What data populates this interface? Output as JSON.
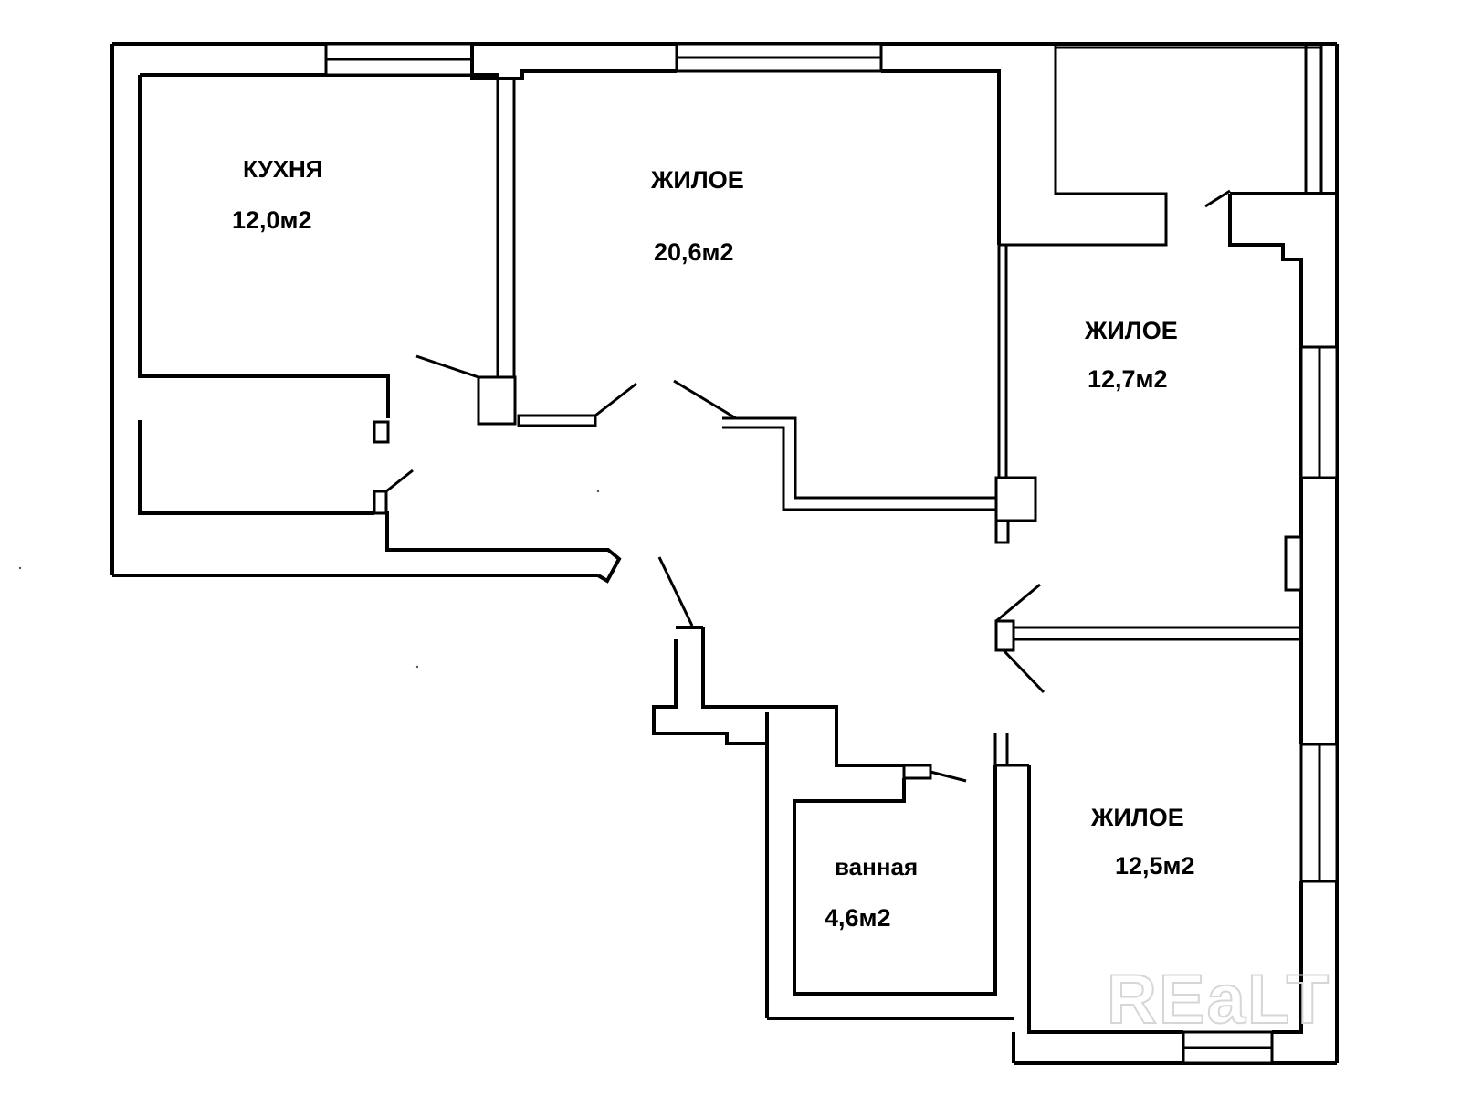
{
  "rooms": [
    {
      "name": "КУХНЯ",
      "area": "12,0м2"
    },
    {
      "name": "ЖИЛОЕ",
      "area": "20,6м2"
    },
    {
      "name": "ЖИЛОЕ",
      "area": "12,7м2"
    },
    {
      "name": "ЖИЛОЕ",
      "area": "12,5м2"
    },
    {
      "name": "ванная",
      "area": "4,6м2"
    }
  ],
  "watermark": "REaLT"
}
